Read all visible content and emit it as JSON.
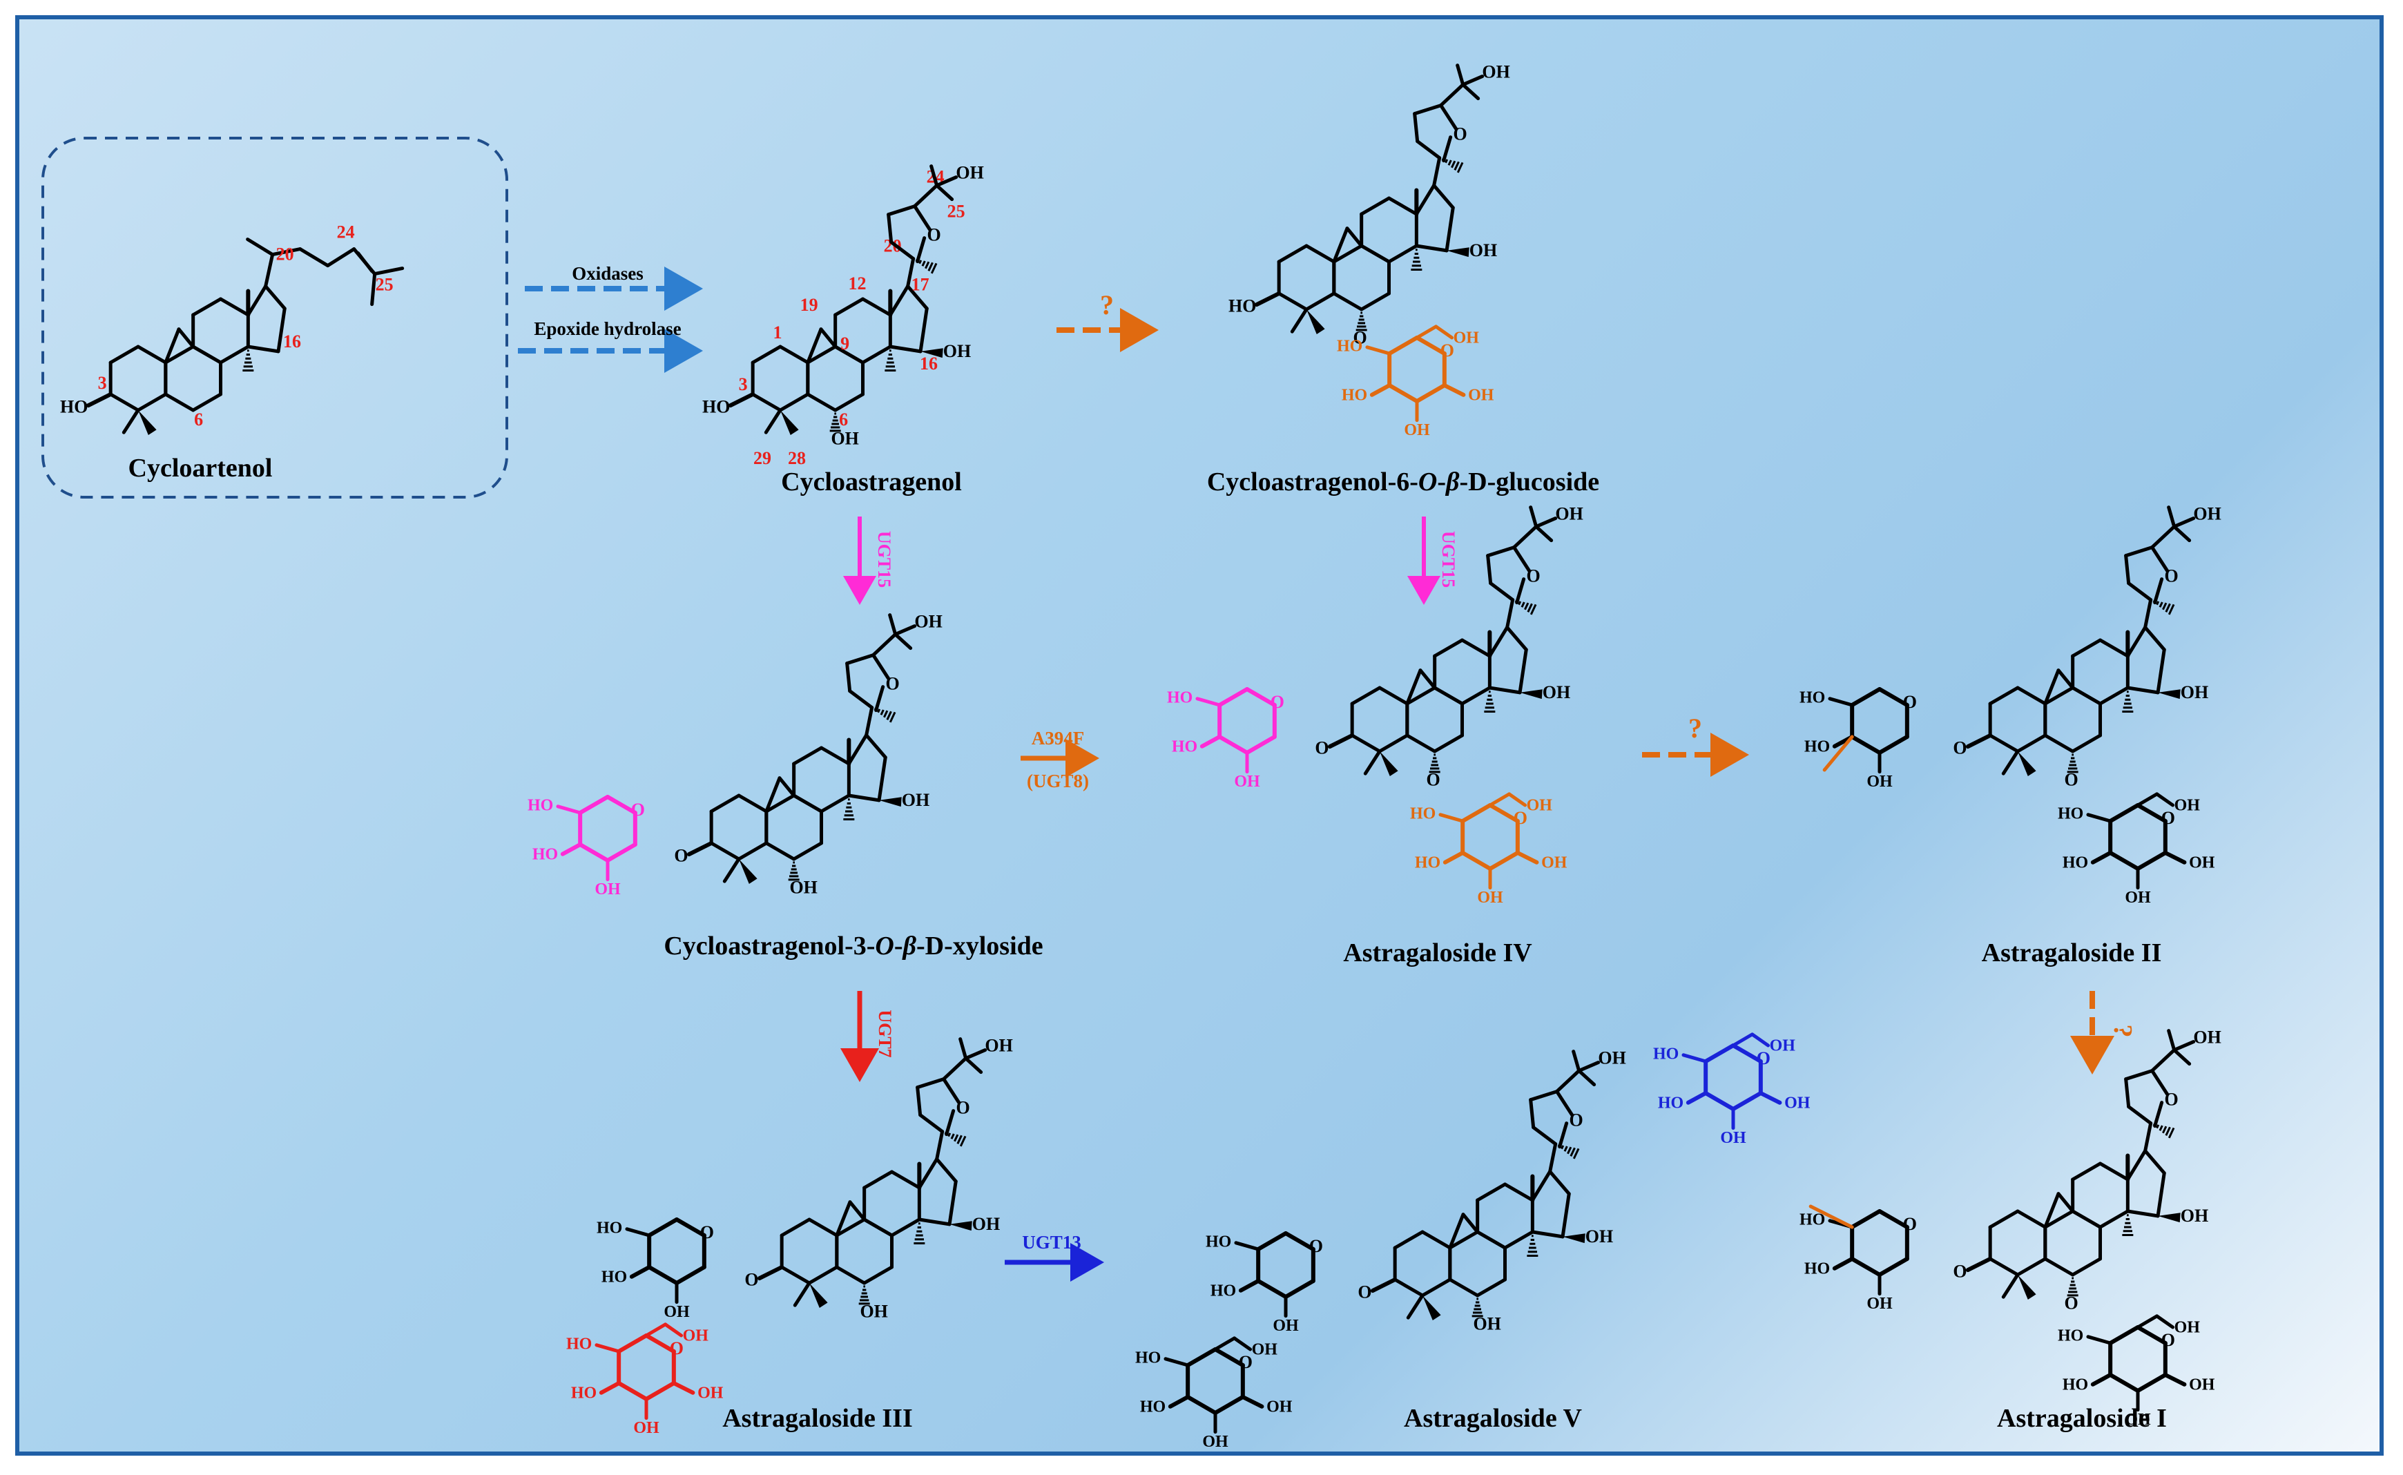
{
  "compounds": {
    "cycloartenol": "Cycloartenol",
    "cycloastragenol": "Cycloastragenol",
    "cag6glc_pre": "Cycloastragenol-6-",
    "cag6glc_o": "O",
    "cag6glc_mid": "-",
    "cag6glc_beta": "β",
    "cag6glc_post": "-D-glucoside",
    "cag3xyl_pre": "Cycloastragenol-3-",
    "cag3xyl_o": "O",
    "cag3xyl_mid": "-",
    "cag3xyl_beta": "β",
    "cag3xyl_post": "-D-xyloside",
    "as4": "Astragaloside IV",
    "as2": "Astragaloside II",
    "as3": "Astragaloside III",
    "as5": "Astragaloside V",
    "as1": "Astragaloside I"
  },
  "enzymes": {
    "oxidases": "Oxidases",
    "epoxide_hydrolase": "Epoxide hydrolase",
    "ugt15_a": "UGT15",
    "ugt15_b": "UGT15",
    "a394f": "A394F",
    "ugt8": "(UGT8)",
    "ugt7": "UGT7",
    "ugt13": "UGT13",
    "unknown_1": "?",
    "unknown_2": "?",
    "unknown_3": "?"
  },
  "atoms": {
    "oh": "OH",
    "ho": "HO",
    "o": "O"
  },
  "numbering": {
    "cycloartenol": [
      "3",
      "6",
      "16",
      "20",
      "24",
      "25"
    ],
    "cycloastragenol": [
      "1",
      "3",
      "6",
      "9",
      "12",
      "16",
      "17",
      "19",
      "20",
      "24",
      "25",
      "28",
      "29"
    ]
  },
  "colors": {
    "border": "#1f5fa6",
    "blue_arrow": "#2e7fd0",
    "orange": "#e06a10",
    "magenta": "#ff2bd6",
    "red": "#e8211c",
    "blue": "#1a23d8",
    "black": "#000000"
  }
}
